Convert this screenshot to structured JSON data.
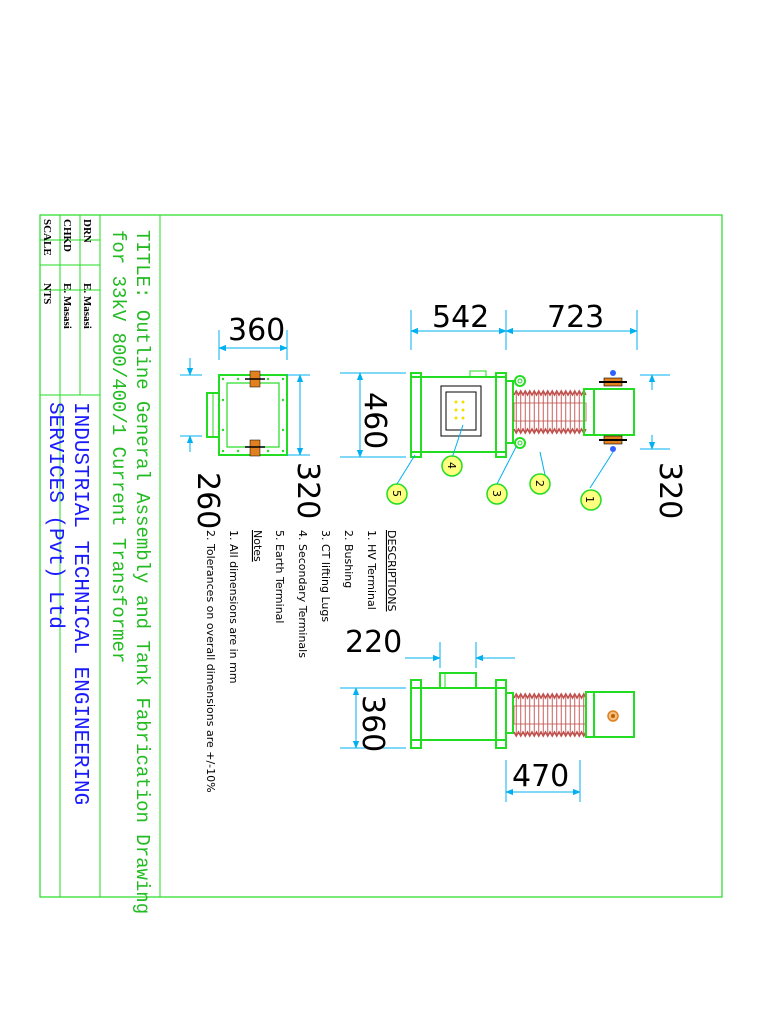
{
  "title_block": {
    "title_line1": "TITLE: Outline General Assembly and Tank Fabrication Drawing",
    "title_line2": "for 33kV 800/400/1 Current Transformer",
    "company_line1": "INDUSTRIAL TECHNICAL ENGINEERING",
    "company_line2": "SERVICES (Pvt) Ltd",
    "drn_label": "DRN",
    "drn_value": "E. Masasi",
    "chkd_label": "CHKD",
    "chkd_value": "E. Masasi",
    "scale_label": "SCALE",
    "scale_value": "NTS"
  },
  "descriptions": {
    "heading": "DESCRIPTIONS",
    "items": [
      "1. HV Terminal",
      "2. Bushing",
      "3. CT lifting Lugs",
      "4. Secondary Terminals",
      "5. Earth Terminal"
    ]
  },
  "notes": {
    "heading": "Notes",
    "items": [
      "1. All dimensions are in mm",
      "2. Tolerances on overall dimensions are +/-10%"
    ]
  },
  "dimensions": {
    "d542": "542",
    "d723": "723",
    "d460": "460",
    "d320a": "320",
    "d360a": "360",
    "d320b": "320",
    "d260": "260",
    "d220": "220",
    "d360b": "360",
    "d470": "470"
  },
  "balloons": [
    "1",
    "2",
    "3",
    "4",
    "5"
  ],
  "colors": {
    "frame": "#22dd22",
    "dimension": "#00b0f0",
    "bushing": "#c0504d",
    "balloon": "#ffff80",
    "title_text": "#22bb22",
    "company_text": "#1a1aff"
  }
}
